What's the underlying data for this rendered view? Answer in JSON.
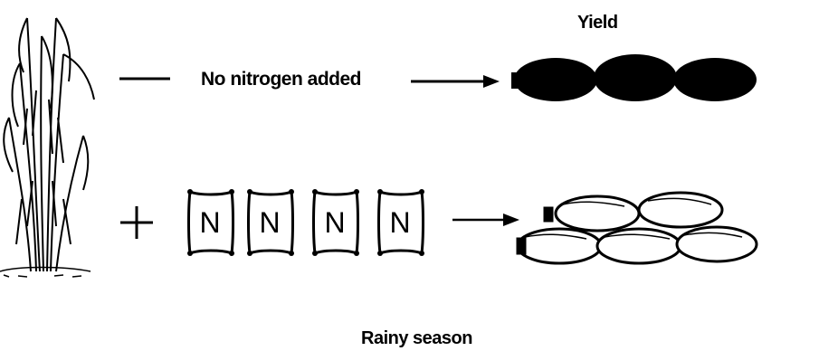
{
  "yield_label": "Yield",
  "no_nitrogen_label": "No nitrogen added",
  "plus_sign": "+",
  "fertilizer_bags": [
    {
      "letter": "N"
    },
    {
      "letter": "N"
    },
    {
      "letter": "N"
    },
    {
      "letter": "N"
    }
  ],
  "season_label": "Rainy season"
}
